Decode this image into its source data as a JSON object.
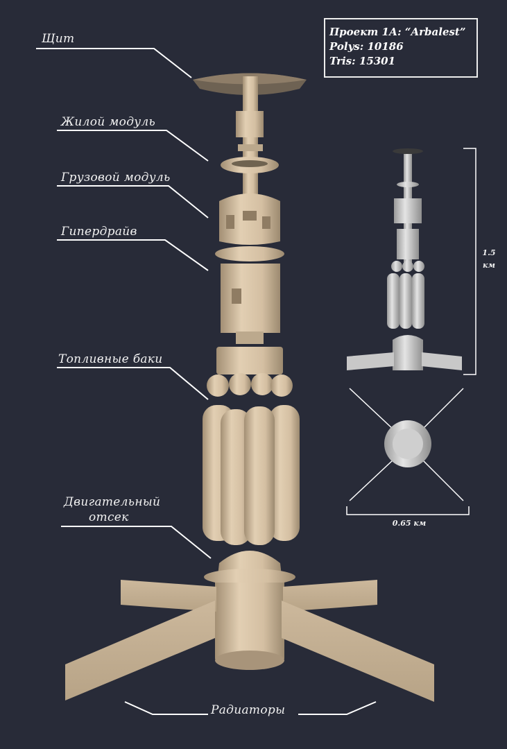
{
  "info_box": {
    "project": "Проект 1А: “Arbalest”",
    "polys": "Polys: 10186",
    "tris": "Tris: 15301"
  },
  "labels": {
    "shield": "Щит",
    "habitat": "Жилой модуль",
    "cargo": "Грузовой модуль",
    "hyperdrive": "Гипердрайв",
    "fuel_tanks": "Топливные баки",
    "engine_line1": "Двигательный",
    "engine_line2": "отсек",
    "radiators": "Радиаторы"
  },
  "dimensions": {
    "height_value": "1.5",
    "height_unit": "км",
    "width": "0.65 км"
  },
  "colors": {
    "background": "#282b38",
    "hull": "#d9c4a8",
    "hull_shadow": "#a89478",
    "gray_model": "#d0d0d0",
    "lines": "#ffffff"
  }
}
